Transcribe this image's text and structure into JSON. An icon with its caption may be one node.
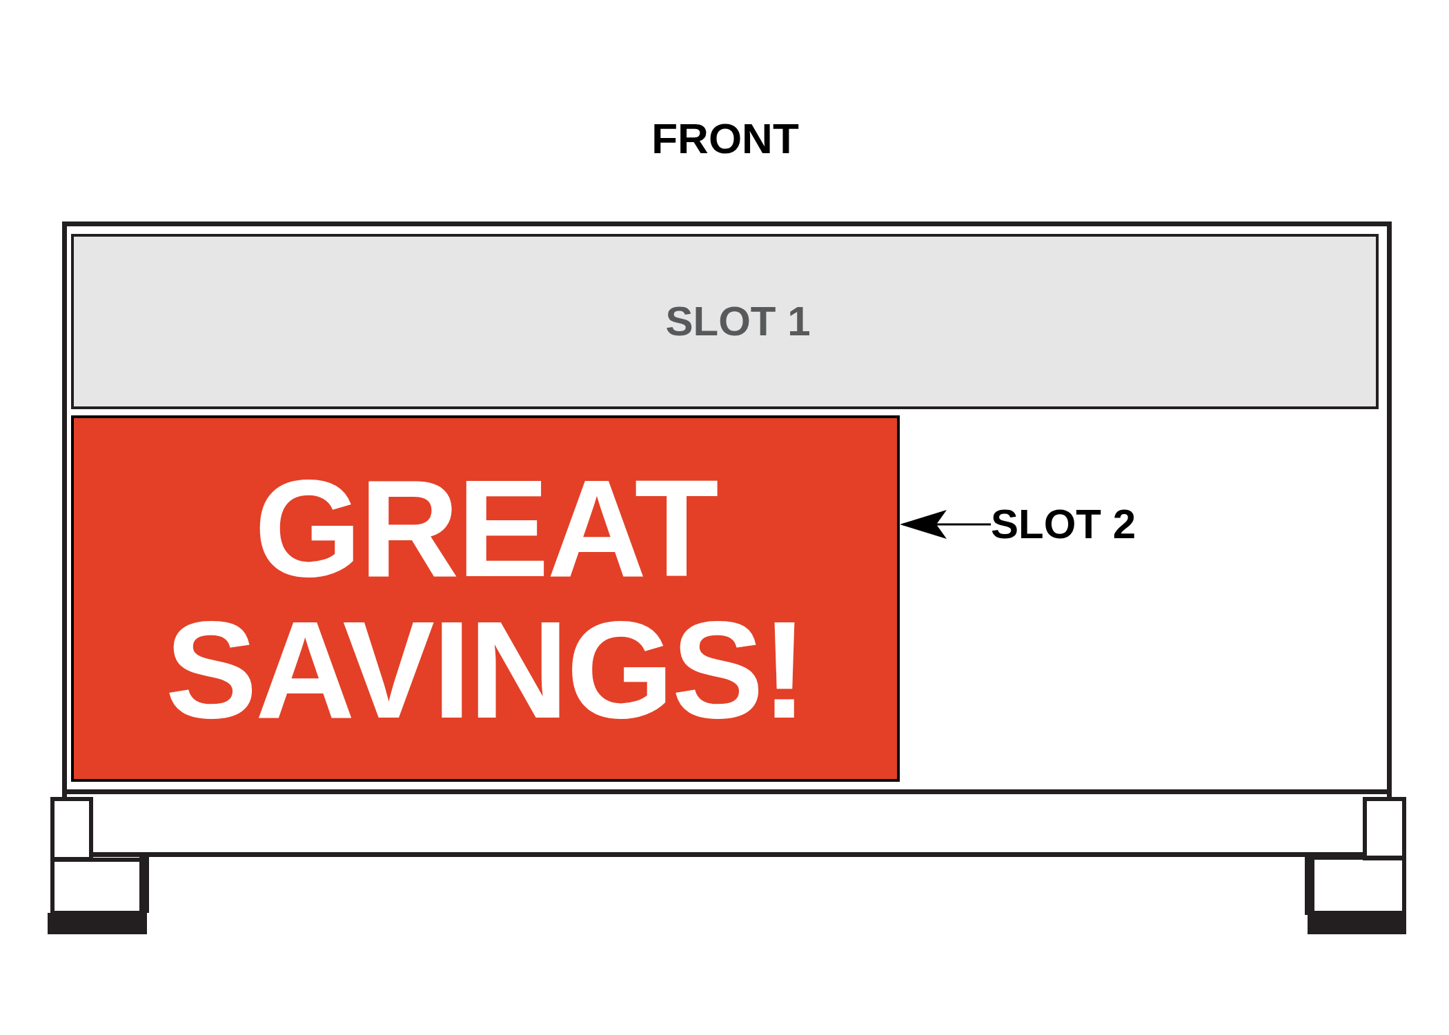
{
  "diagram": {
    "title": "FRONT",
    "nodes": [
      {
        "text": [],
        "shape": "box"
      },
      {
        "text": [
          "SLOT 1"
        ],
        "in": 0
      },
      {
        "text": [
          "GREAT SAVINGS!"
        ],
        "in": 0
      },
      {
        "text": [
          "SLOT 2"
        ],
        "in": 0
      }
    ],
    "edges": [
      {
        "from": 3,
        "to": 2,
        "arrow": "to"
      }
    ]
  }
}
